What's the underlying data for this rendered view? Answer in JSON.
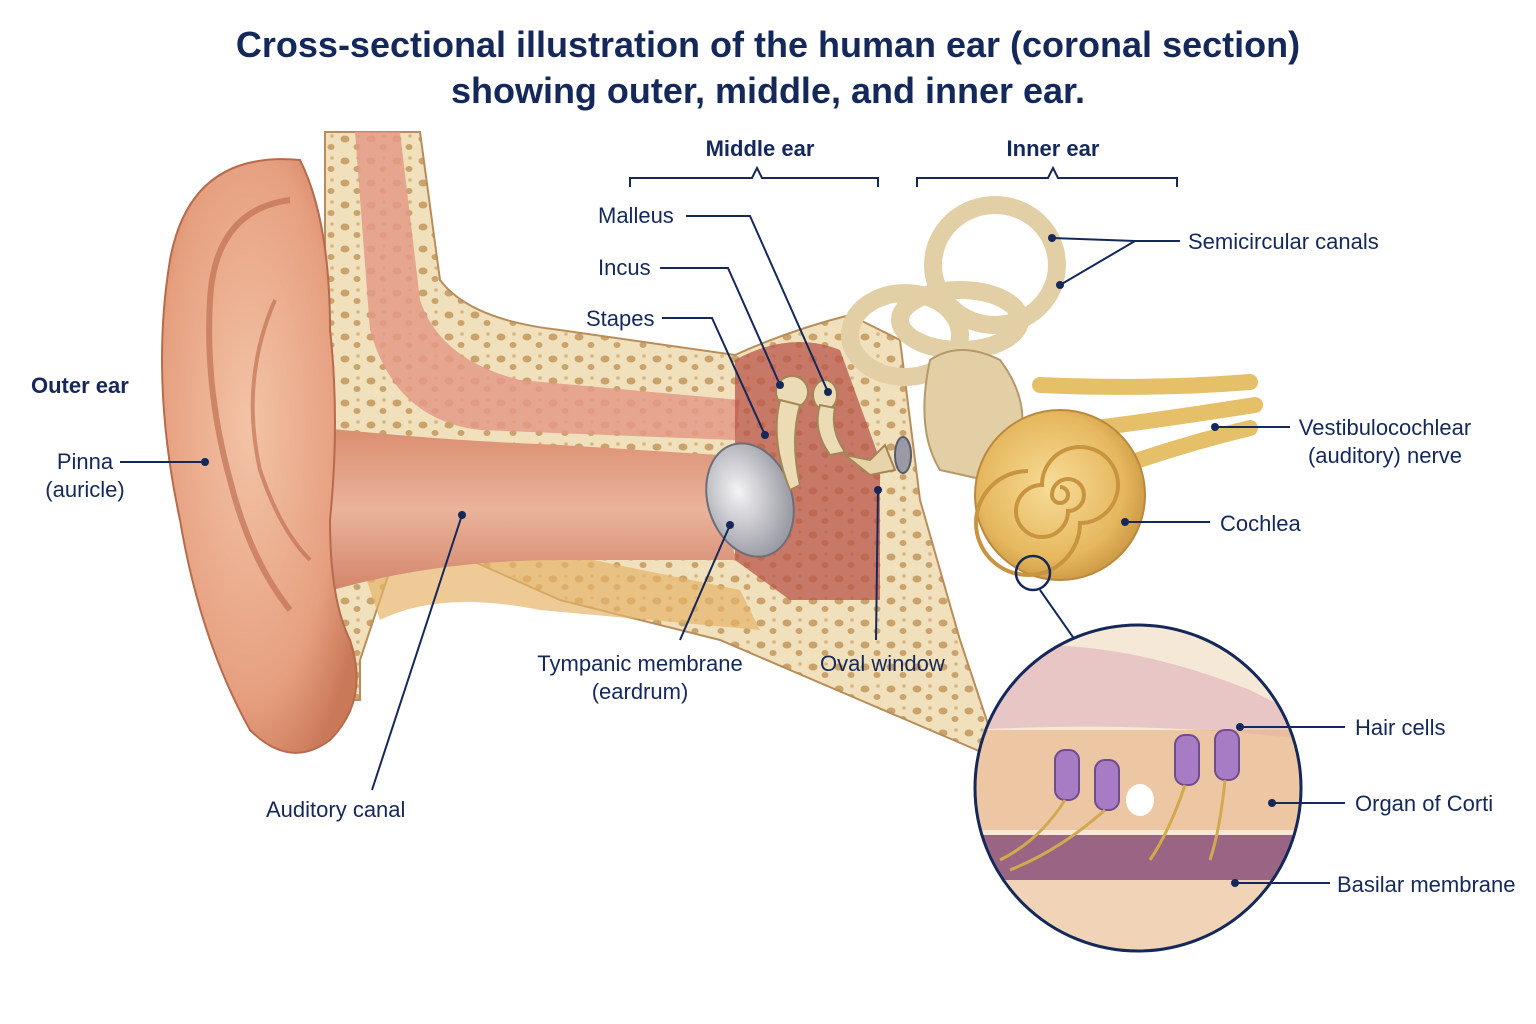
{
  "title": {
    "line1": "Cross-sectional illustration of the human ear (coronal section)",
    "line2": "showing outer, middle, and inner ear."
  },
  "sections": {
    "outer": "Outer ear",
    "middle": "Middle ear",
    "inner": "Inner ear"
  },
  "labels": {
    "pinna_line1": "Pinna",
    "pinna_line2": "(auricle)",
    "auditory_canal": "Auditory canal",
    "malleus": "Malleus",
    "incus": "Incus",
    "stapes": "Stapes",
    "tympanic_line1": "Tympanic membrane",
    "tympanic_line2": "(eardrum)",
    "oval_window": "Oval window",
    "semicircular_canals": "Semicircular canals",
    "nerve_line1": "Vestibulocochlear",
    "nerve_line2": "(auditory) nerve",
    "cochlea": "Cochlea",
    "hair_cells": "Hair cells",
    "organ_of_corti": "Organ of Corti",
    "basilar_membrane": "Basilar membrane"
  },
  "colors": {
    "text": "#14285a",
    "skin": "#e8a583",
    "bone": "#f1e0bc",
    "cochlea": "#e9bf68",
    "nerve": "#e8c46a",
    "hair_cell": "#a77cc4"
  }
}
